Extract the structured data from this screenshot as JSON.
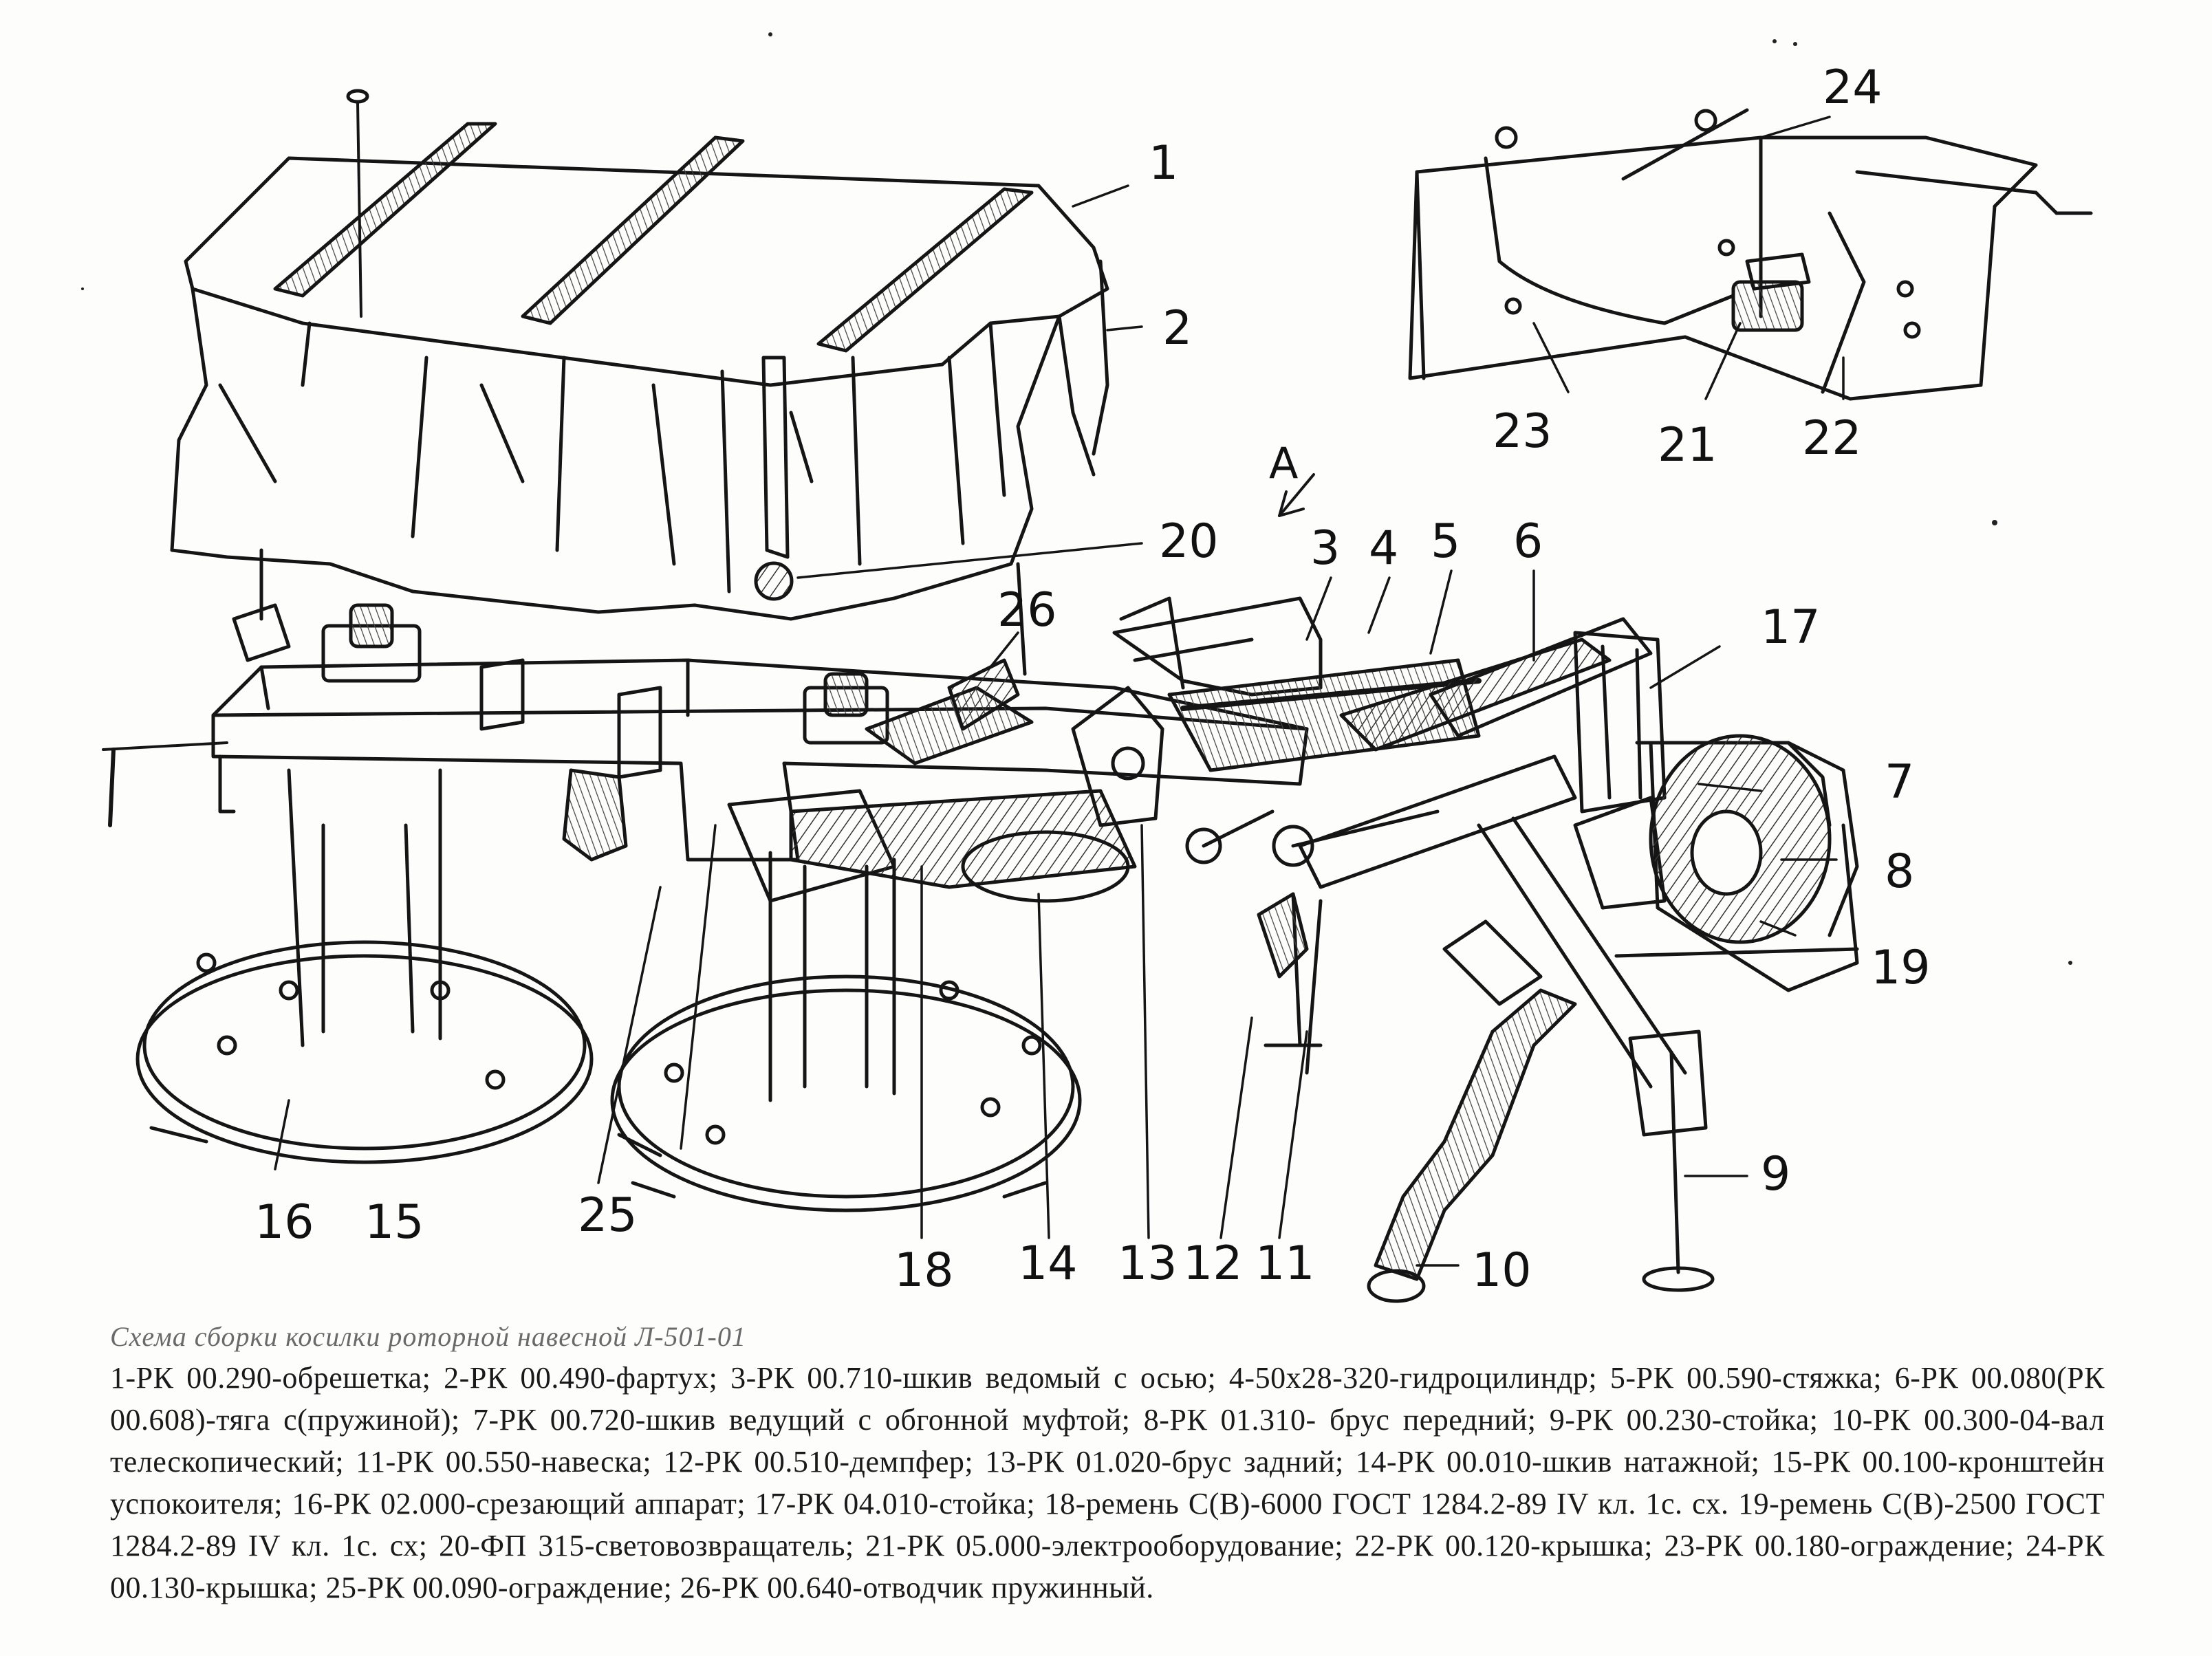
{
  "figure": {
    "callouts": [
      {
        "id": "1",
        "label": "1"
      },
      {
        "id": "2",
        "label": "2"
      },
      {
        "id": "3",
        "label": "3"
      },
      {
        "id": "4",
        "label": "4"
      },
      {
        "id": "5",
        "label": "5"
      },
      {
        "id": "6",
        "label": "6"
      },
      {
        "id": "7",
        "label": "7"
      },
      {
        "id": "8",
        "label": "8"
      },
      {
        "id": "9",
        "label": "9"
      },
      {
        "id": "10",
        "label": "10"
      },
      {
        "id": "11",
        "label": "11"
      },
      {
        "id": "12",
        "label": "12"
      },
      {
        "id": "13",
        "label": "13"
      },
      {
        "id": "14",
        "label": "14"
      },
      {
        "id": "15",
        "label": "15"
      },
      {
        "id": "16",
        "label": "16"
      },
      {
        "id": "17",
        "label": "17"
      },
      {
        "id": "18",
        "label": "18"
      },
      {
        "id": "19",
        "label": "19"
      },
      {
        "id": "20",
        "label": "20"
      },
      {
        "id": "21",
        "label": "21"
      },
      {
        "id": "22",
        "label": "22"
      },
      {
        "id": "23",
        "label": "23"
      },
      {
        "id": "24",
        "label": "24"
      },
      {
        "id": "25",
        "label": "25"
      },
      {
        "id": "26",
        "label": "26"
      },
      {
        "id": "A",
        "label": "A"
      }
    ]
  },
  "caption": {
    "title": "Схема сборки косилки роторной навесной Л-501-01",
    "body": "1-РК 00.290-обрешетка; 2-РК 00.490-фартух; 3-РК 00.710-шкив ведомый с осью; 4-50х28-320-гидроцилиндр; 5-РК 00.590-стяжка; 6-РК 00.080(РК 00.608)-тяга с(пружиной); 7-РК 00.720-шкив ведущий с обгонной муфтой; 8-РК 01.310- брус передний; 9-РК 00.230-стойка; 10-РК 00.300-04-вал телескопический; 11-РК 00.550-навеска; 12-РК 00.510-демпфер; 13-РК 01.020-брус задний; 14-РК 00.010-шкив натажной; 15-РК 00.100-кронштейн успокоителя; 16-РК 02.000-срезающий аппарат; 17-РК 04.010-стойка; 18-ремень С(В)-6000 ГОСТ 1284.2-89 IV кл. 1с. сх. 19-ремень С(В)-2500 ГОСТ 1284.2-89 IV кл. 1с. сх; 20-ФП 315-световозвращатель; 21-РК 05.000-электрооборудование; 22-РК 00.120-крышка; 23-РК 00.180-ограждение; 24-РК 00.130-крышка; 25-РК 00.090-ограждение; 26-РК 00.640-отводчик пружинный."
  }
}
